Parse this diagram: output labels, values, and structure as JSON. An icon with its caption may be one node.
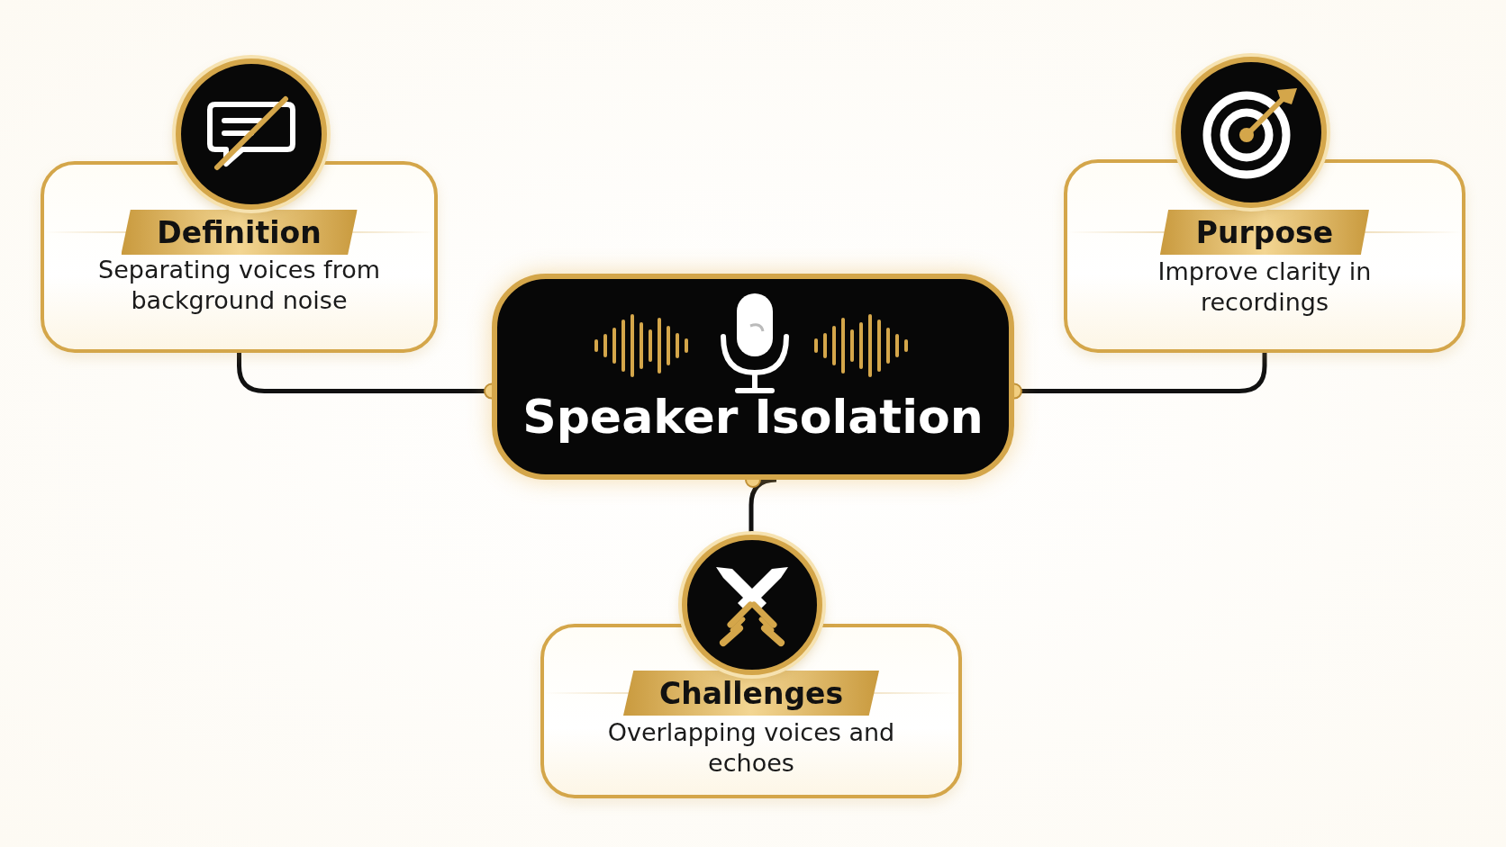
{
  "diagram": {
    "nodes": [
      {
        "text": [
          "Definition",
          "Separating voices from background noise"
        ]
      },
      {
        "text": [
          "Purpose",
          "Improve clarity in recordings"
        ]
      },
      {
        "text": [
          "Speaker Isolation"
        ]
      },
      {
        "text": [
          "Challenges",
          "Overlapping voices and echoes"
        ]
      }
    ],
    "edges": [
      {
        "from": 2,
        "to": 0,
        "arrow": "other"
      },
      {
        "from": 2,
        "to": 1,
        "arrow": "other"
      },
      {
        "from": 2,
        "to": 3,
        "arrow": "other"
      }
    ]
  }
}
